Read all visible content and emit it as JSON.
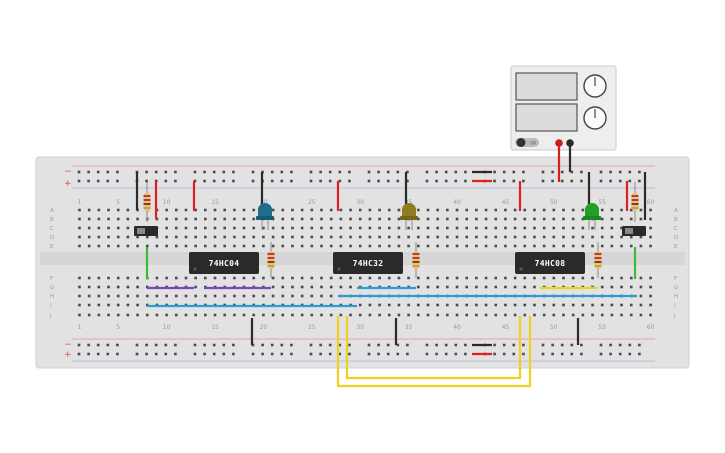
{
  "breadboard": {
    "column_labels": [
      "1",
      "5",
      "10",
      "15",
      "20",
      "25",
      "30",
      "35",
      "40",
      "45",
      "50",
      "55",
      "60"
    ],
    "row_labels_top": [
      "A",
      "B",
      "C",
      "D",
      "E"
    ],
    "row_labels_bottom": [
      "F",
      "G",
      "H",
      "I",
      "J"
    ],
    "rail_minus": "−",
    "rail_plus": "+"
  },
  "chips": [
    {
      "label": "74HC04"
    },
    {
      "label": "74HC32"
    },
    {
      "label": "74HC08"
    }
  ],
  "power_supply": {
    "on_label": "ON"
  },
  "colors": {
    "board": "#e2e2e2",
    "board_edge": "#d2d2d2",
    "rail_red": "#e05050",
    "rail_blue": "#6b8fd6",
    "wire_black": "#2b2b2b",
    "wire_red": "#e02020",
    "wire_green": "#3cba3c",
    "wire_purple": "#7a46b8",
    "wire_blue": "#2f9bd6",
    "wire_yellow": "#f0d020",
    "led_blue": "#1f6d8c",
    "led_olive": "#8d7d1e",
    "led_green": "#22a025",
    "chip": "#2a2a2a"
  },
  "leds": [
    {
      "name": "blue-led",
      "color": "blue"
    },
    {
      "name": "olive-led",
      "color": "olive"
    },
    {
      "name": "green-led",
      "color": "green"
    }
  ]
}
